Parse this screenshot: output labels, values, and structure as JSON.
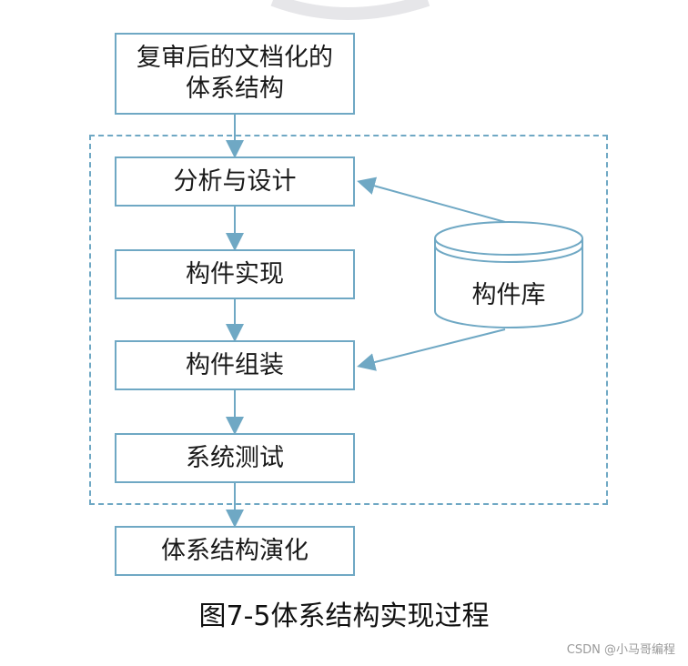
{
  "nodes": {
    "reviewed_doc": "复审后的文档化的\n体系结构",
    "analysis_design": "分析与设计",
    "component_impl": "构件实现",
    "component_assembly": "构件组装",
    "system_test": "系统测试",
    "architecture_evolution": "体系结构演化",
    "component_library": "构件库"
  },
  "caption": "图7-5体系结构实现过程",
  "watermark": "CSDN @小马哥编程",
  "colors": {
    "line": "#6fa8c4",
    "text": "#1a1a1a"
  }
}
